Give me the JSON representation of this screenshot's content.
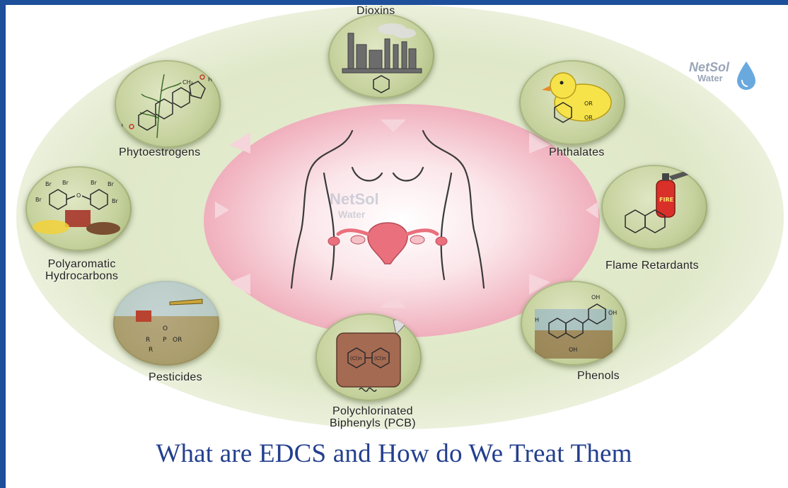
{
  "title": "What are EDCS and How do We Treat Them",
  "logo": {
    "line1": "NetSol",
    "line2": "Water"
  },
  "center": {
    "name": "female reproductive system"
  },
  "categories": [
    {
      "id": "dioxins",
      "lines": [
        "Dioxins"
      ]
    },
    {
      "id": "phthalates",
      "lines": [
        "Phthalates"
      ]
    },
    {
      "id": "flame-retardants",
      "lines": [
        "Flame Retardants"
      ]
    },
    {
      "id": "phenols",
      "lines": [
        "Phenols"
      ]
    },
    {
      "id": "pcb",
      "lines": [
        "Polychlorinated",
        "Biphenyls (PCB)"
      ]
    },
    {
      "id": "pesticides",
      "lines": [
        "Pesticides"
      ]
    },
    {
      "id": "polyaromatic-hydrocarbons",
      "lines": [
        "Polyaromatic",
        "Hydrocarbons"
      ]
    },
    {
      "id": "phytoestrogens",
      "lines": [
        "Phytoestrogens"
      ]
    }
  ],
  "chem_text": {
    "ch3": "CH₃",
    "oh": "OH",
    "h": "H",
    "br": "Br",
    "fire": "FIRE",
    "cl": "(Cl)n",
    "o": "O",
    "p": "P",
    "r": "R",
    "or": "OR"
  },
  "colors": {
    "frame": "#1d4f9a",
    "title": "#233f8e",
    "node_fill": "#c5d19c",
    "core_pink": "#f0b0bd",
    "uterus": "#e9707c"
  }
}
